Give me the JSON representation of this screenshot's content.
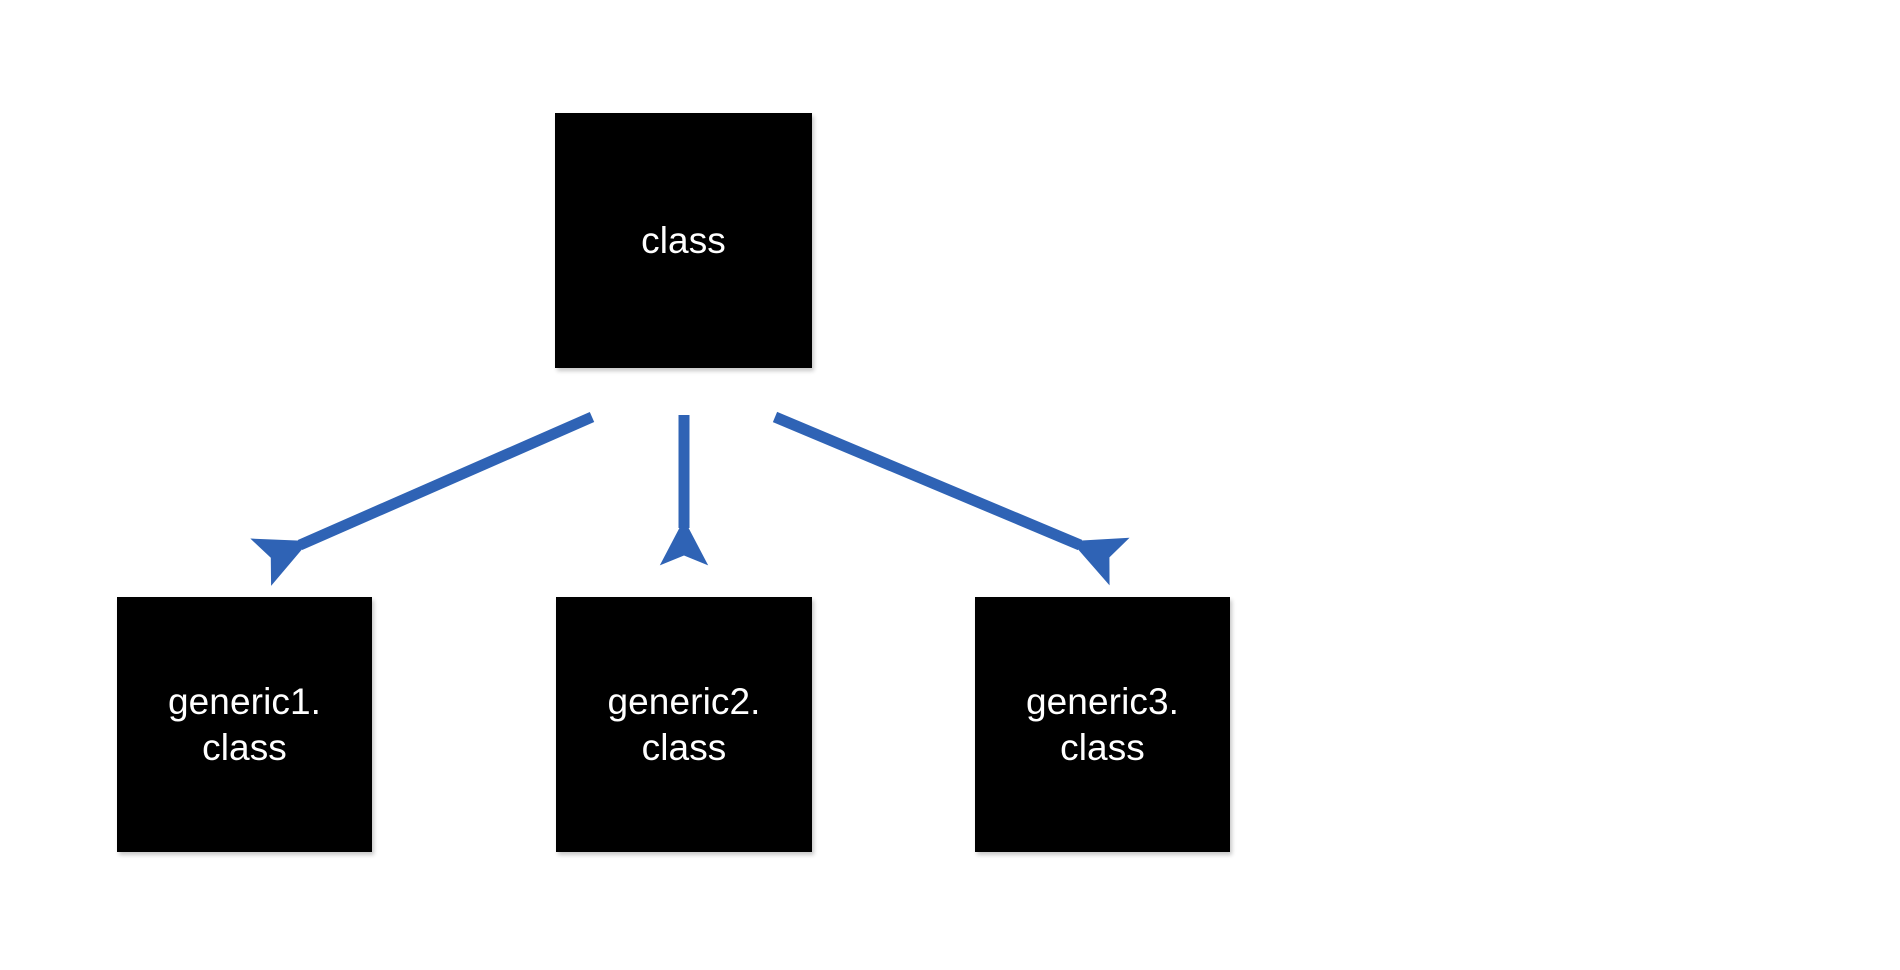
{
  "diagram": {
    "type": "tree",
    "background_color": "#ffffff",
    "node_fill_color": "#000000",
    "node_text_color": "#ffffff",
    "arrow_color": "#2F63B5",
    "nodes": [
      {
        "id": "root",
        "label": "class",
        "lines": [
          "class"
        ],
        "level": "parent"
      },
      {
        "id": "generic1",
        "label": "generic1.class",
        "lines": [
          "generic1.",
          "class"
        ],
        "level": "child"
      },
      {
        "id": "generic2",
        "label": "generic2.class",
        "lines": [
          "generic2.",
          "class"
        ],
        "level": "child"
      },
      {
        "id": "generic3",
        "label": "generic3.class",
        "lines": [
          "generic3.",
          "class"
        ],
        "level": "child"
      }
    ],
    "edges": [
      {
        "id": "edge-root-generic1",
        "from": "root",
        "to": "generic1",
        "direction": "down-left",
        "style": "solid-arrow"
      },
      {
        "id": "edge-root-generic2",
        "from": "root",
        "to": "generic2",
        "direction": "down",
        "style": "solid-arrow"
      },
      {
        "id": "edge-root-generic3",
        "from": "root",
        "to": "generic3",
        "direction": "down-right",
        "style": "solid-arrow"
      }
    ]
  }
}
